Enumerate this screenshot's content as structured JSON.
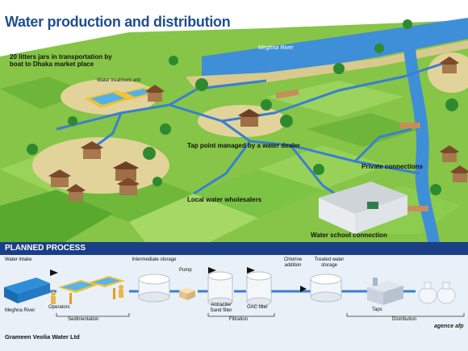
{
  "title": "Water production and distribution",
  "map": {
    "river_name": "Meghna River",
    "labels": {
      "jars": "20 litters jars in transportation by boat to Dhaka market place",
      "treatment_unit": "Water treatment unit",
      "tap_point": "Tap point managed by a water dealer",
      "private": "Private connections",
      "wholesalers": "Local water wholesalers",
      "school": "Water school connection"
    }
  },
  "process": {
    "heading": "PLANNED PROCESS",
    "stages": {
      "intake": "Water intake",
      "river": "Meghna River",
      "operators": "Operators",
      "sedimentation": "Sedimentation",
      "intermediate": "Intermediate storage",
      "pump": "Pump",
      "anthracite": "Antracite/ Sand filter",
      "gac": "GAC filter",
      "filtration": "Filtration",
      "chlorine": "Chlorine addition",
      "treated": "Treated water storage",
      "taps": "Taps",
      "distribution": "Distribution"
    }
  },
  "footer": {
    "company": "Grameen Veolia Water Ltd",
    "agency": "agence afp"
  },
  "colors": {
    "water": "#3a7fd0",
    "grass": "#7cc243",
    "title": "#1f4f8f",
    "banner": "#1b3f86",
    "soil": "#d7c48a"
  }
}
